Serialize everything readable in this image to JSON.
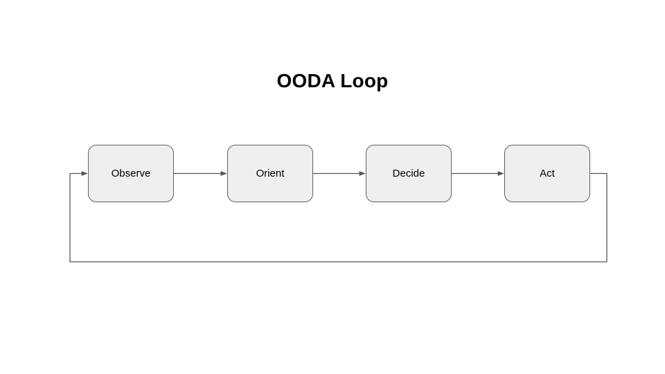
{
  "diagram": {
    "title": "OODA Loop",
    "type": "flowchart-cycle",
    "background_color": "#ffffff",
    "node_fill_color": "#efefef",
    "node_border_color": "#5f5f5f",
    "connector_color": "#555555",
    "text_color": "#000000",
    "nodes": [
      {
        "id": "observe",
        "label": "Observe",
        "shape": "rounded-rectangle"
      },
      {
        "id": "orient",
        "label": "Orient",
        "shape": "rounded-rectangle"
      },
      {
        "id": "decide",
        "label": "Decide",
        "shape": "rounded-rectangle"
      },
      {
        "id": "act",
        "label": "Act",
        "shape": "rounded-rectangle"
      }
    ],
    "edges": [
      {
        "from": "observe",
        "to": "orient",
        "style": "arrow",
        "label": ""
      },
      {
        "from": "orient",
        "to": "decide",
        "style": "arrow",
        "label": ""
      },
      {
        "from": "decide",
        "to": "act",
        "style": "arrow",
        "label": ""
      },
      {
        "from": "act",
        "to": "observe",
        "style": "arrow-feedback-loop",
        "label": ""
      }
    ]
  }
}
